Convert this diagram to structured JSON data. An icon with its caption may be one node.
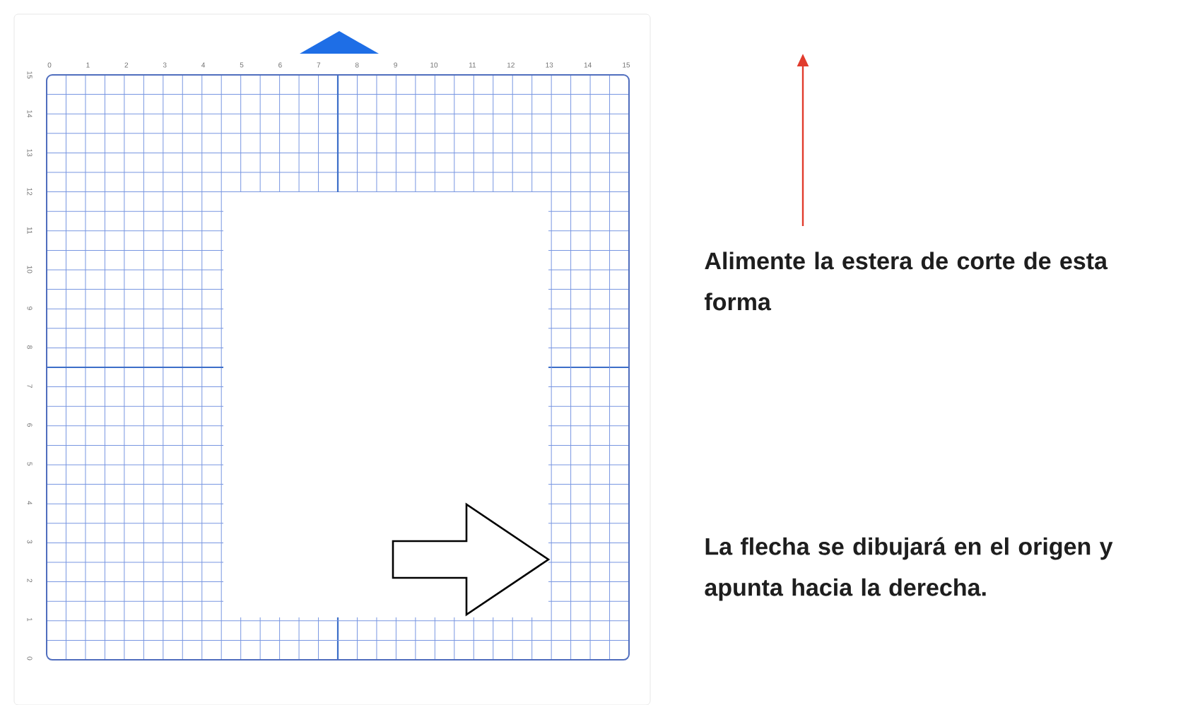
{
  "diagram": {
    "labels": [
      "0",
      "1",
      "2",
      "3",
      "4",
      "5",
      "6",
      "7",
      "8",
      "9",
      "10",
      "11",
      "12",
      "13",
      "14",
      "15",
      "15",
      "14",
      "13",
      "12",
      "11",
      "10",
      "9",
      "8",
      "7",
      "6",
      "5",
      "4",
      "3",
      "2",
      "1",
      "0",
      "Alimente la estera de corte de esta forma",
      "La flecha se dibujará en el origen y apunta hacia la derecha."
    ]
  }
}
